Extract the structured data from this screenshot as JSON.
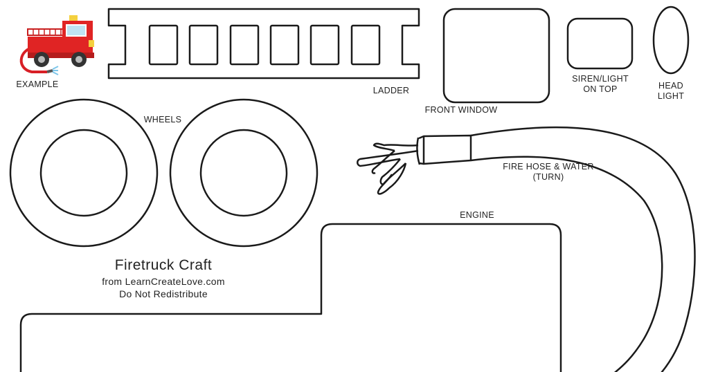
{
  "labels": {
    "example": "EXAMPLE",
    "ladder": "LADDER",
    "front_window": "FRONT WINDOW",
    "siren_line1": "SIREN/LIGHT",
    "siren_line2": "ON TOP",
    "head_line1": "HEAD",
    "head_line2": "LIGHT",
    "wheels": "WHEELS",
    "hose_line1": "FIRE HOSE & WATER",
    "hose_line2": "(TURN)",
    "engine": "ENGINE"
  },
  "credits": {
    "title": "Firetruck Craft",
    "source": "from LearnCreateLove.com",
    "notice": "Do Not Redistribute"
  },
  "colors": {
    "outline": "#1a1a1a",
    "truck_red": "#e02424",
    "window_blue": "#bfe3f2",
    "wheel_dark": "#333333",
    "hose_red": "#d81f26",
    "water_blue": "#7cc6ea"
  }
}
